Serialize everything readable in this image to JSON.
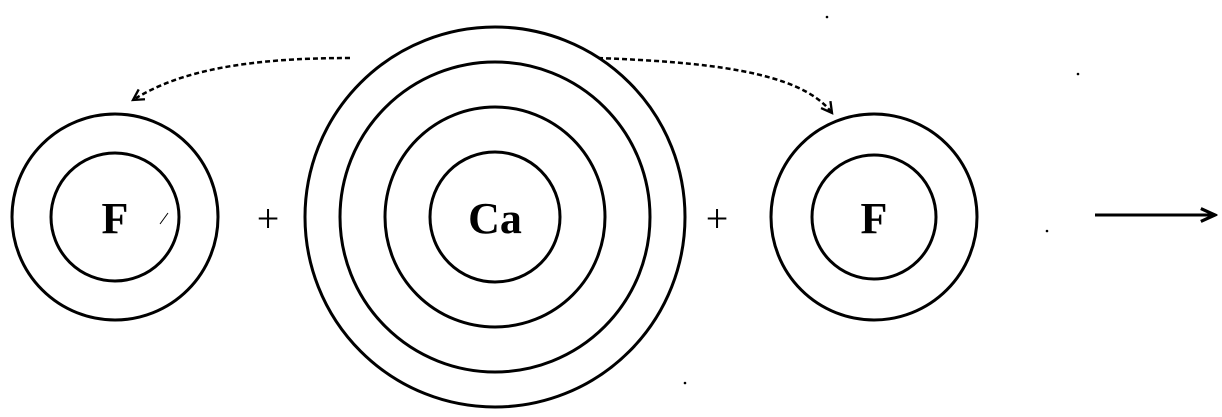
{
  "atoms": [
    {
      "symbol": "F",
      "shells": 2
    },
    {
      "symbol": "Ca",
      "shells": 4
    },
    {
      "symbol": "F",
      "shells": 2
    }
  ],
  "operators": [
    "+",
    "+"
  ],
  "colors": {
    "ink": "#000000",
    "background": "#ffffff"
  }
}
